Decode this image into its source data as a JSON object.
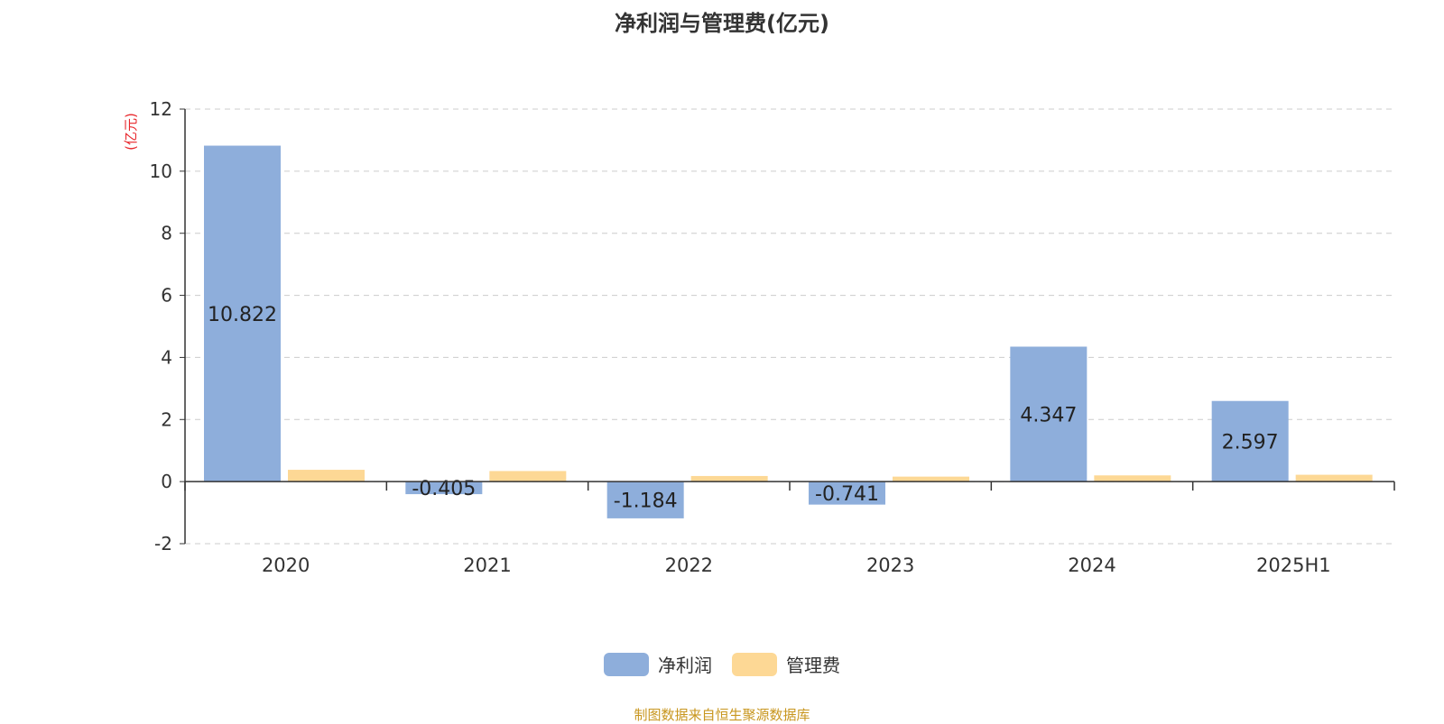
{
  "title": "净利润与管理费(亿元)",
  "source_note": "制图数据来自恒生聚源数据库",
  "colors": {
    "net_profit": "#8eaedb",
    "admin_expense": "#fdd895",
    "axis_unit": "#e8262b",
    "grid": "#cccccc",
    "text": "#333333",
    "source": "#c8961e"
  },
  "chart_data": {
    "type": "bar",
    "title": "净利润与管理费(亿元)",
    "ylabel": "(亿元)",
    "xlabel": "",
    "categories": [
      "2020",
      "2021",
      "2022",
      "2023",
      "2024",
      "2025H1"
    ],
    "ylim": [
      -2,
      12
    ],
    "yticks": [
      -2,
      0,
      2,
      4,
      6,
      8,
      10,
      12
    ],
    "grid": true,
    "legend_position": "bottom",
    "series": [
      {
        "name": "净利润",
        "values": [
          10.822,
          -0.405,
          -1.184,
          -0.741,
          4.347,
          2.597
        ],
        "labels": [
          "10.822",
          "-0.405",
          "-1.184",
          "-0.741",
          "4.347",
          "2.597"
        ]
      },
      {
        "name": "管理费",
        "values": [
          0.38,
          0.34,
          0.18,
          0.16,
          0.2,
          0.22
        ]
      }
    ]
  }
}
